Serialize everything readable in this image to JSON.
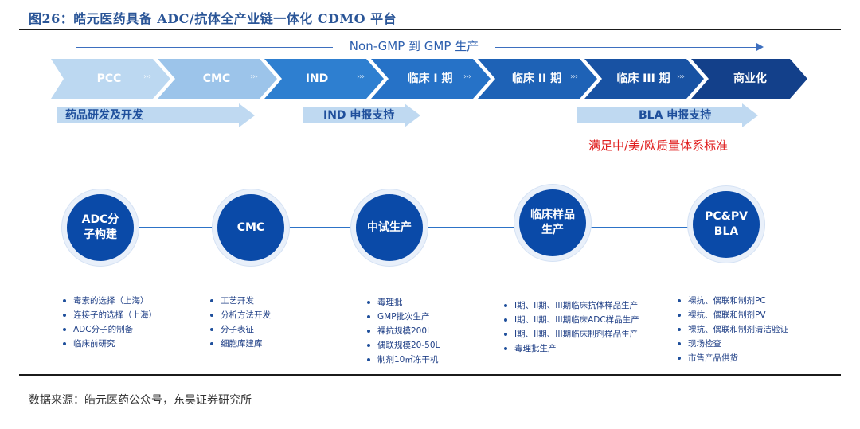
{
  "figure": {
    "title": "图26：皓元医药具备 ADC/抗体全产业链一体化 CDMO 平台",
    "source": "数据来源：皓元医药公众号，东吴证券研究所"
  },
  "gmp_arrow": {
    "label": "Non-GMP 到 GMP 生产",
    "color": "#3d6fbf"
  },
  "stages": [
    {
      "label": "PCC",
      "color": "#bcd8f1"
    },
    {
      "label": "CMC",
      "color": "#9cc4ea"
    },
    {
      "label": "IND",
      "color": "#2e7fd0"
    },
    {
      "label": "临床 I 期",
      "color": "#2672c7"
    },
    {
      "label": "临床 II 期",
      "color": "#1e62b6"
    },
    {
      "label": "临床 III 期",
      "color": "#1852a3"
    },
    {
      "label": "商业化",
      "color": "#13408a"
    }
  ],
  "supports": [
    {
      "label": "药品研发及开发"
    },
    {
      "label": "IND 申报支持"
    },
    {
      "label": "BLA 申报支持"
    }
  ],
  "standard_note": "满足中/美/欧质量体系标准",
  "nodes": [
    {
      "label": "ADC分子构建",
      "items": [
        "毒素的选择（上海）",
        "连接子的选择（上海）",
        "ADC分子的制备",
        "临床前研究"
      ]
    },
    {
      "label": "CMC",
      "items": [
        "工艺开发",
        "分析方法开发",
        "分子表征",
        "细胞库建库"
      ]
    },
    {
      "label": "中试生产",
      "items": [
        "毒理批",
        "GMP批次生产",
        "裸抗规模200L",
        "偶联规模20-50L",
        "制剂10㎡冻干机"
      ]
    },
    {
      "label": "临床样品生产",
      "items": [
        "I期、II期、III期临床抗体样品生产",
        "I期、II期、III期临床ADC样品生产",
        "I期、II期、III期临床制剂样品生产",
        "毒理批生产"
      ]
    },
    {
      "label": "PC&PV BLA",
      "items": [
        "裸抗、偶联和制剂PC",
        "裸抗、偶联和制剂PV",
        "裸抗、偶联和制剂清洁验证",
        "现场检查",
        "市售产品供货"
      ]
    }
  ]
}
